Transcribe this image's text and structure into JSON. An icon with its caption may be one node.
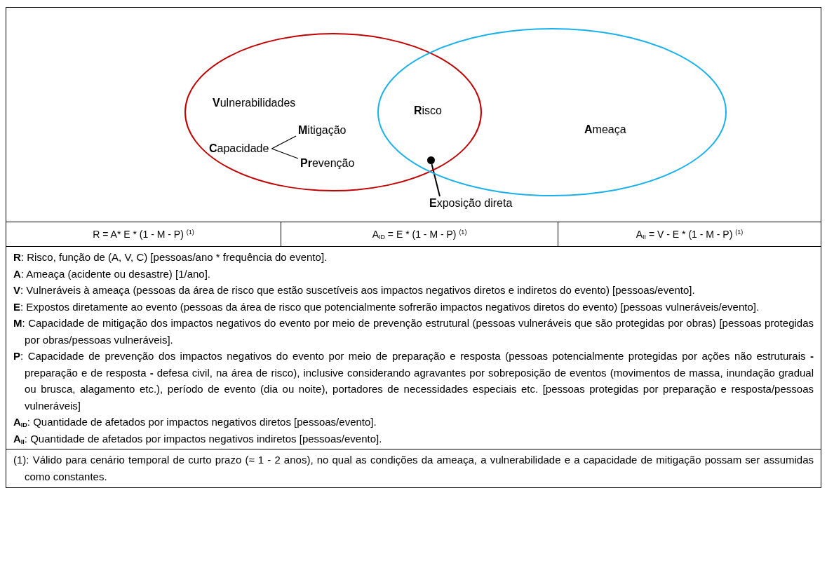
{
  "diagram": {
    "nodes": [
      {
        "text": [
          "**V**ulnerabilidades"
        ]
      },
      {
        "text": [
          "**C**apacidade"
        ],
        "in": 0
      },
      {
        "text": [
          "**M**itigação"
        ],
        "in": 0
      },
      {
        "text": [
          "**Pr**evenção"
        ],
        "in": 0
      },
      {
        "text": [
          "**A**meaça"
        ]
      },
      {
        "text": [
          "**R**isco"
        ]
      },
      {
        "text": [
          "**E**xposição direta"
        ]
      },
      {
        "text": [],
        "shape": "circle"
      }
    ],
    "edges": [
      {
        "from": 1,
        "to": 2,
        "arrow": "none"
      },
      {
        "from": 1,
        "to": 3,
        "arrow": "none"
      },
      {
        "from": 6,
        "to": 7,
        "arrow": "none"
      }
    ],
    "labels": [
      "R = A* E * (1 - M - P) $^{(1)}$",
      "A$_{ID}$ = E * (1 - M - P) $^{(1)}$",
      "A$_{II}$ = V - E * (1 - M - P) $^{(1)}$",
      "**R**: Risco, função de (A, V, C) [pessoas/ano * frequência do evento].",
      "**A**: Ameaça (acidente ou desastre) [1/ano].",
      "**V**: Vulneráveis à ameaça (pessoas da área de risco que estão suscetíveis aos impactos negativos diretos e indiretos do evento) [pessoas/evento].",
      "**E**: Expostos diretamente ao evento (pessoas da área de risco que potencialmente sofrerão impactos negativos diretos do evento) [pessoas vulneráveis/evento].",
      "**M**: Capacidade de mitigação dos impactos negativos do evento por meio de prevenção estrutural (pessoas vulneráveis que são protegidas por obras) [pessoas protegidas por obras/pessoas vulneráveis].",
      "**P**: Capacidade de prevenção dos impactos negativos do evento por meio de preparação e resposta (pessoas potencialmente protegidas por ações não estruturais **-** preparação e de resposta **-** defesa civil, na área de risco), inclusive considerando agravantes por sobreposição de eventos (movimentos de massa, inundação gradual ou brusca, alagamento etc.), período de evento (dia ou noite), portadores de necessidades especiais etc. [pessoas protegidas por preparação e resposta/pessoas vulneráveis]",
      "**A**$_{ID}$: Quantidade de afetados por impactos negativos diretos [pessoas/evento].",
      "**A**$_{II}$: Quantidade de afetados por impactos negativos indiretos [pessoas/evento].",
      "(1): Válido para cenário temporal de curto prazo (≈ 1 - 2 anos), no qual as condições da ameaça, a vulnerabilidade e a capacidade de mitigação possam ser assumidas como constantes."
    ]
  }
}
